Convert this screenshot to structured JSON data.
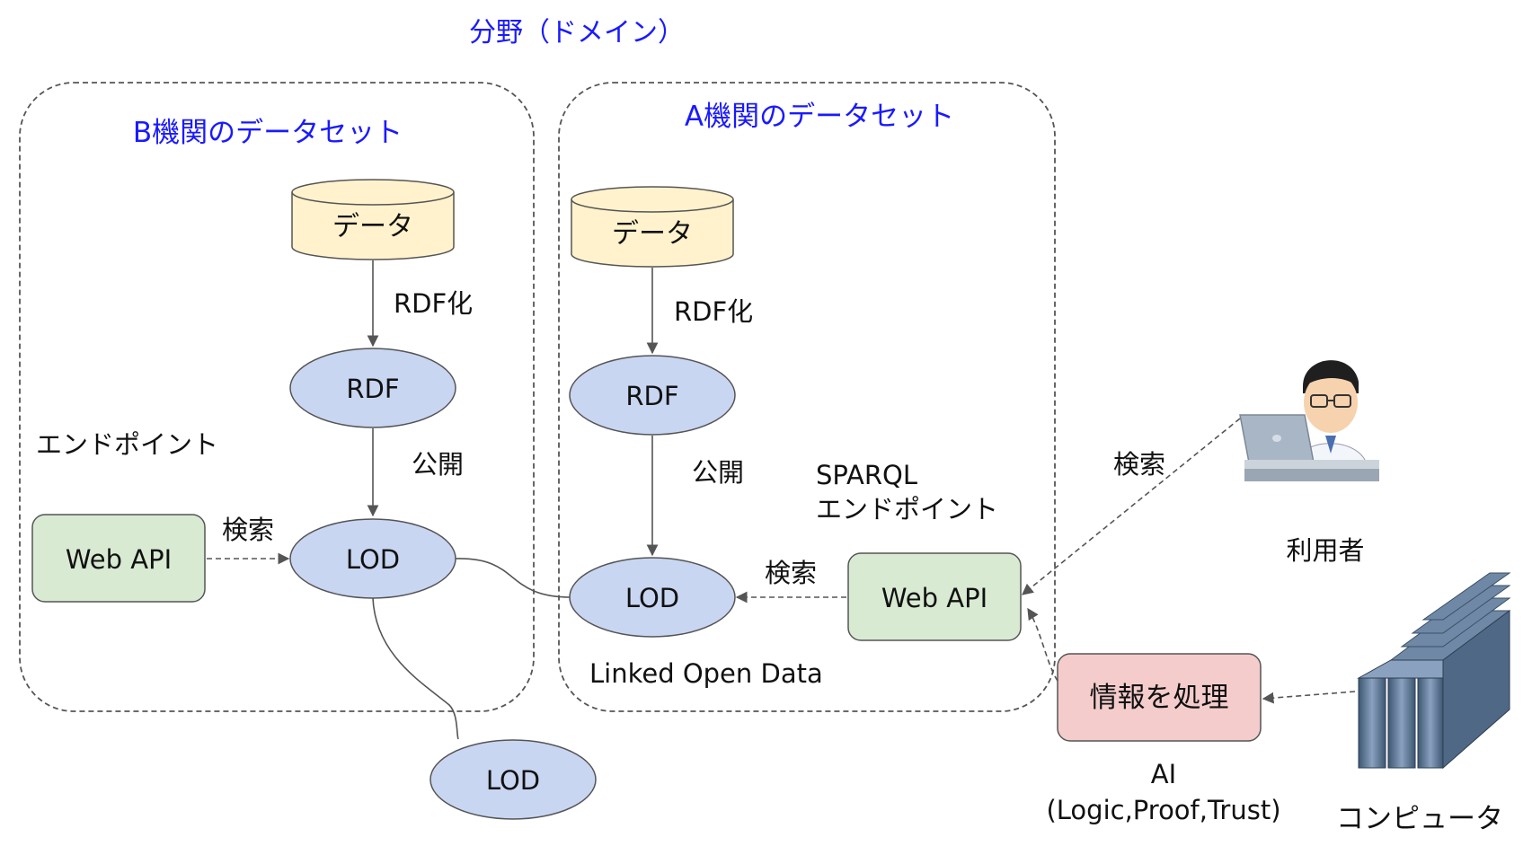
{
  "domain_title": "分野（ドメイン）",
  "datasets": {
    "b": {
      "title": "B機関のデータセット",
      "data_label": "データ",
      "rdfize_label": "RDF化",
      "rdf_label": "RDF",
      "publish_label": "公開",
      "lod_label": "LOD",
      "endpoint_label": "エンドポイント",
      "webapi_label": "Web API",
      "search_label": "検索"
    },
    "a": {
      "title": "A機関のデータセット",
      "data_label": "データ",
      "rdfize_label": "RDF化",
      "rdf_label": "RDF",
      "publish_label": "公開",
      "lod_label": "LOD",
      "sparql_label": "SPARQL",
      "endpoint_label": "エンドポイント",
      "webapi_label": "Web API",
      "search_label": "検索",
      "lod_caption": "Linked Open Data"
    }
  },
  "external_lod_label": "LOD",
  "user": {
    "label": "利用者",
    "search_label": "検索",
    "icon": "person-at-laptop-icon"
  },
  "ai": {
    "box_label": "情報を処理",
    "caption_line1": "AI",
    "caption_line2": "(Logic,Proof,Trust)"
  },
  "computer": {
    "label": "コンピュータ",
    "icon": "server-rack-icon"
  },
  "colors": {
    "title_blue": "#1a1aff",
    "cylinder_fill": "#fff2cc",
    "ellipse_fill": "#c9d6f2",
    "webapi_fill": "#d9ead3",
    "ai_fill": "#f4cccc",
    "dashed_border": "#555555"
  }
}
